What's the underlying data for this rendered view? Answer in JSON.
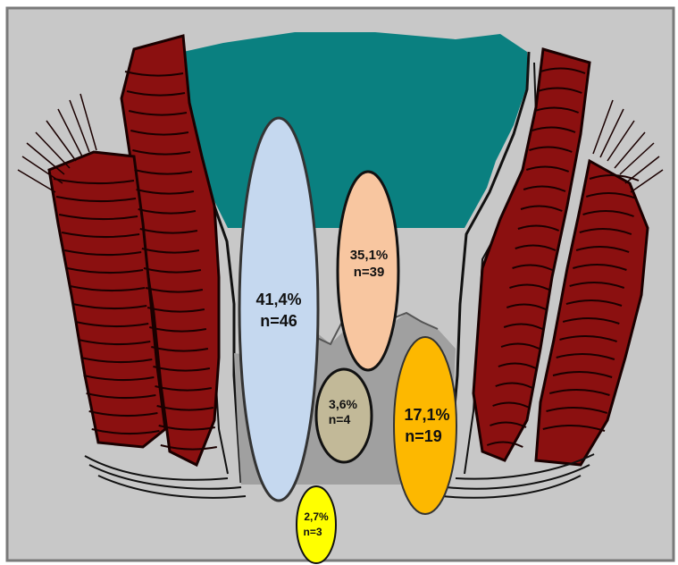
{
  "colors": {
    "background": "#c8c8c8",
    "frame": "#7a7a7a",
    "lumen": "#0a8080",
    "muscle": "#8b1010",
    "muscle_line": "#1a0000",
    "wall": "#111111",
    "mucosa_fill": "#c0c0c0",
    "dark_tissue": "#a0a0a0"
  },
  "regions": [
    {
      "id": "region-large",
      "percent": "41,4%",
      "count": "n=46",
      "fill": "#c5d8ef",
      "stroke": "#333333"
    },
    {
      "id": "region-upper-right",
      "percent": "35,1%",
      "count": "n=39",
      "fill": "#f8c6a0",
      "stroke": "#111111"
    },
    {
      "id": "region-center-small",
      "percent": "3,6%",
      "count": "n=4",
      "fill": "#c2b998",
      "stroke": "#111111"
    },
    {
      "id": "region-lower-right",
      "percent": "17,1%",
      "count": "n=19",
      "fill": "#fdb800",
      "stroke": "#333333"
    },
    {
      "id": "region-bottom",
      "percent": "2,7%",
      "count": "n=3",
      "fill": "#ffff00",
      "stroke": "#111111"
    }
  ]
}
